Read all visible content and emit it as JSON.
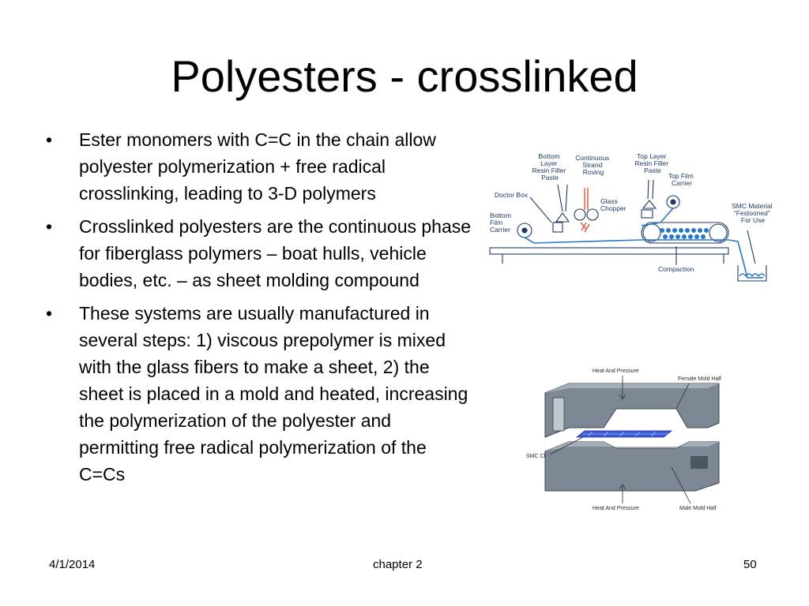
{
  "slide": {
    "title": "Polyesters - crosslinked",
    "bullets": [
      "Ester monomers with C=C in the chain allow polyester polymerization + free radical crosslinking, leading to 3-D polymers",
      "Crosslinked polyesters are the continuous phase for fiberglass polymers – boat hulls, vehicle bodies, etc. – as sheet molding compound",
      "These systems are usually manufactured in several steps: 1) viscous prepolymer is mixed with the glass fibers to make a sheet, 2) the sheet is placed in a mold and heated, increasing the polymerization of the polyester and permitting free radical polymerization of the C=Cs"
    ],
    "bullet_glyph": "•"
  },
  "figure1": {
    "labels": {
      "bottom_layer": [
        "Bottom",
        "Layer",
        "Resin Filler",
        "Paste"
      ],
      "continuous": [
        "Continuous",
        "Strand",
        "Roving"
      ],
      "top_layer": [
        "Top Layer",
        "Resin Filler",
        "Paste"
      ],
      "top_film": [
        "Top Film",
        "Carrier"
      ],
      "doctor_box": [
        "Doctor Box"
      ],
      "glass_chopper": [
        "Glass",
        "Chopper"
      ],
      "smc_material": [
        "SMC Material",
        "“Festooned”",
        "For Use"
      ],
      "bottom_film": [
        "Bottom",
        "Film",
        "Carrier"
      ],
      "compaction": [
        "Compaction"
      ]
    }
  },
  "figure2": {
    "labels": {
      "heat_top": "Heat And Pressure",
      "female": "Female Mold Half",
      "smc_charge": "SMC Charge",
      "heat_bottom": "Heat And Pressure",
      "male": "Male Mold Half"
    }
  },
  "footer": {
    "date": "4/1/2014",
    "chapter": "chapter 2",
    "page": "50"
  },
  "colors": {
    "diagram_line": "#1f3a66",
    "diagram_blue": "#2a78c8",
    "chopper_red": "#e8472a",
    "mold_gray": "#7d8894",
    "mold_dark": "#4b555f"
  }
}
